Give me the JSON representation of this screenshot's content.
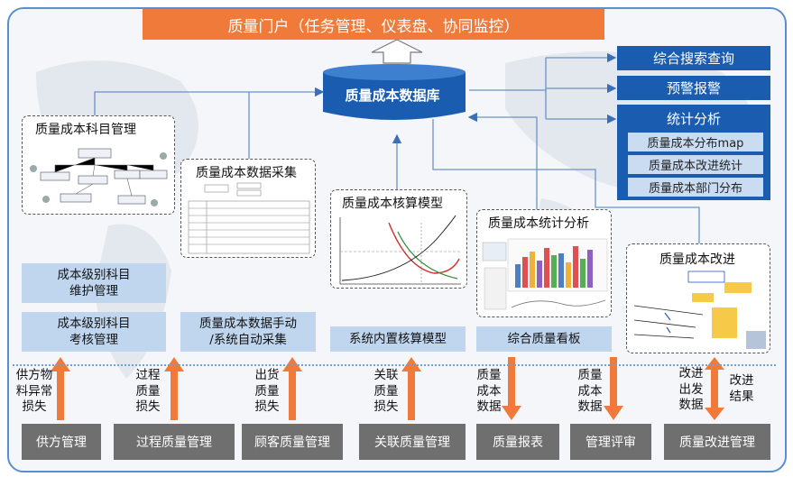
{
  "portal": {
    "label": "质量门户（任务管理、仪表盘、协同监控）"
  },
  "database": {
    "label": "质量成本数据库"
  },
  "right_panel": {
    "search": "综合搜索查询",
    "alert": "预警报警",
    "stats_title": "统计分析",
    "stats_items": [
      "质量成本分布map",
      "质量成本改进统计",
      "质量成本部门分布"
    ]
  },
  "modules": {
    "subject_mgmt": "质量成本科目管理",
    "data_collect": "质量成本数据采集",
    "accounting_model": "质量成本核算模型",
    "stat_analysis": "质量成本统计分析",
    "improvement": "质量成本改进"
  },
  "functions": {
    "subject_maintain": "成本级别科目\n维护管理",
    "subject_assess": "成本级别科目\n考核管理",
    "data_manual_auto": "质量成本数据手动\n/系统自动采集",
    "builtin_model": "系统内置核算模型",
    "quality_board": "综合质量看板"
  },
  "flows": {
    "supplier": "供方物\n料异常\n损失",
    "process": "过程\n质量\n损失",
    "shipment": "出货\n质量\n损失",
    "related": "关联\n质量\n损失",
    "report_data": "质量\n成本\n数据",
    "review_data": "质量\n成本\n数据",
    "improve_data": "改进\n出发\n数据",
    "improve_result": "改进\n结果"
  },
  "sources": [
    "供方管理",
    "过程质量管理",
    "顾客质量管理",
    "关联质量管理",
    "质量报表",
    "管理评审",
    "质量改进管理"
  ],
  "colors": {
    "orange": "#f07a3a",
    "blue": "#1a5db0",
    "light_blue": "#bfd6ee",
    "gray": "#6f6f6f"
  }
}
